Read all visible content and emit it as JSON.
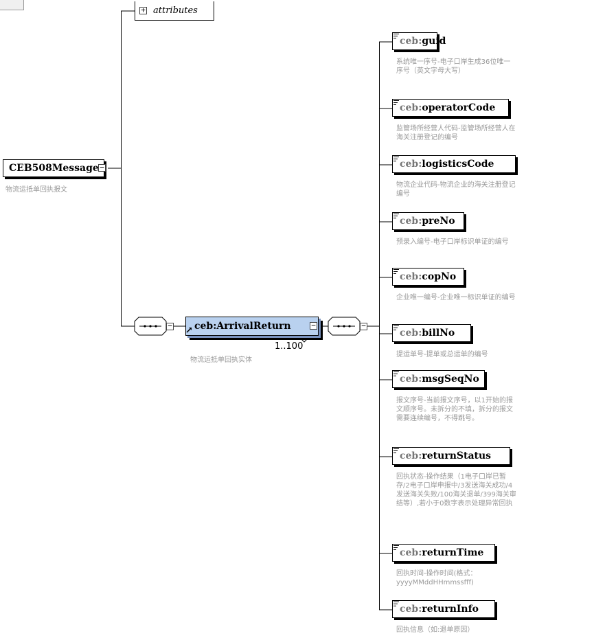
{
  "root": {
    "name": "CEB508Message",
    "description": "物流运抵单回执报文",
    "attributes_label": "attributes"
  },
  "sequence_symbol": "•••",
  "arrival_return": {
    "prefix": "ceb:",
    "name": "ArrivalReturn",
    "occurrence": "1..100",
    "description": "物流运抵单回执实体"
  },
  "elements": [
    {
      "prefix": "ceb:",
      "name": "guid",
      "description": "系统唯一序号-电子口岸生成36位唯一序号（英文字母大写）"
    },
    {
      "prefix": "ceb:",
      "name": "operatorCode",
      "description": "监管场所经营人代码-监管场所经营人在海关注册登记的编号"
    },
    {
      "prefix": "ceb:",
      "name": "logisticsCode",
      "description": "物流企业代码-物流企业的海关注册登记编号"
    },
    {
      "prefix": "ceb:",
      "name": "preNo",
      "description": "预录入编号-电子口岸标识单证的编号"
    },
    {
      "prefix": "ceb:",
      "name": "copNo",
      "description": "企业唯一编号-企业唯一标识单证的编号"
    },
    {
      "prefix": "ceb:",
      "name": "billNo",
      "description": "提运单号-提单或总运单的编号"
    },
    {
      "prefix": "ceb:",
      "name": "msgSeqNo",
      "description": "报文序号-当前报文序号，以1开始的报文顺序号。未拆分的不填，拆分的报文需要连续编号，不得跳号。"
    },
    {
      "prefix": "ceb:",
      "name": "returnStatus",
      "description": "回执状态-操作结果（1电子口岸已暂存/2电子口岸申报中/3发送海关成功/4发送海关失败/100海关退单/399海关审结等）,若小于0数字表示处理异常回执"
    },
    {
      "prefix": "ceb:",
      "name": "returnTime",
      "description": "回执时间-操作时间(格式：yyyyMMddHHmmssfff)"
    },
    {
      "prefix": "ceb:",
      "name": "returnInfo",
      "description": "回执信息（如:退单原因）"
    }
  ]
}
